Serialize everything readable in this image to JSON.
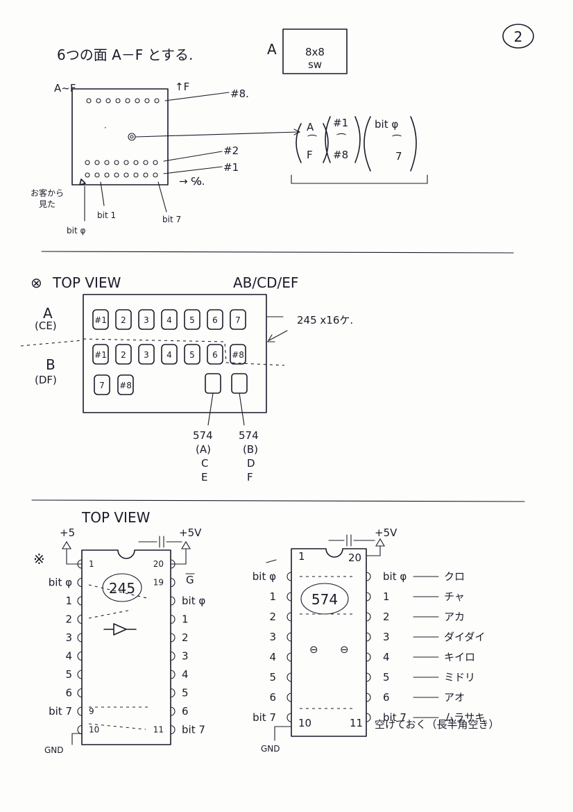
{
  "page_number": "2",
  "section1": {
    "heading": "6つの面 A－F とする.",
    "box_letter": "A",
    "box_line1": "8x8",
    "box_line2": "sw",
    "board_label": "A~F",
    "up_label": "↑F",
    "row8": "#8.",
    "row2": "#2",
    "row1": "#1",
    "arrow_label": "→ ℅.",
    "view_note_1": "お客から",
    "view_note_2": "見た",
    "bit0": "bit φ",
    "bit1": "bit 1",
    "bit7": "bit 7",
    "matrix_col1": [
      "A",
      "⁀",
      "F"
    ],
    "matrix_col2": [
      "#1",
      "⁀",
      "#8"
    ],
    "matrix_col3": [
      "bit φ",
      "⁀",
      "7"
    ]
  },
  "section2": {
    "title": "TOP VIEW",
    "marker": "⊗",
    "faces": "AB/CD/EF",
    "label_a": "A",
    "label_a_sub": "(CE)",
    "label_b": "B",
    "label_b_sub": "(DF)",
    "ic_note": "245 x16ケ.",
    "row_a_chips": [
      "#1",
      "2",
      "3",
      "4",
      "5",
      "6",
      "7"
    ],
    "row_b_chips": [
      "#1",
      "2",
      "3",
      "4",
      "5",
      "6",
      "#8"
    ],
    "row_c_chips": [
      "7",
      "#8"
    ],
    "chip_574_a": [
      "574",
      "(A)",
      "C",
      "E"
    ],
    "chip_574_b": [
      "574",
      "(B)",
      "D",
      "F"
    ]
  },
  "section3": {
    "title": "TOP VIEW",
    "star": "※",
    "left_ic": {
      "label": "245",
      "vcc_left": "+5",
      "vcc_right": "+5V",
      "gbar": "G",
      "gnd": "GND",
      "left_pins": [
        {
          "num": "1",
          "label": ""
        },
        {
          "num": "",
          "label": "bit φ"
        },
        {
          "num": "",
          "label": "1"
        },
        {
          "num": "",
          "label": "2"
        },
        {
          "num": "",
          "label": "3"
        },
        {
          "num": "",
          "label": "4"
        },
        {
          "num": "",
          "label": "5"
        },
        {
          "num": "",
          "label": "6"
        },
        {
          "num": "9",
          "label": "bit 7"
        },
        {
          "num": "10",
          "label": ""
        }
      ],
      "right_pins": [
        {
          "num": "20",
          "label": ""
        },
        {
          "num": "19",
          "label": "G"
        },
        {
          "num": "",
          "label": "bit φ"
        },
        {
          "num": "",
          "label": "1"
        },
        {
          "num": "",
          "label": "2"
        },
        {
          "num": "",
          "label": "3"
        },
        {
          "num": "",
          "label": "4"
        },
        {
          "num": "",
          "label": "5"
        },
        {
          "num": "",
          "label": "6"
        },
        {
          "num": "11",
          "label": "bit 7"
        }
      ]
    },
    "right_ic": {
      "label": "574",
      "vcc": "+5V",
      "gnd": "GND",
      "pin1": "1",
      "pin10": "10",
      "pin11": "11",
      "pin20": "20",
      "left_pins": [
        "bit φ",
        "1",
        "2",
        "3",
        "4",
        "5",
        "6",
        "bit 7"
      ],
      "outputs": [
        {
          "bit": "bit φ",
          "color": "クロ"
        },
        {
          "bit": "1",
          "color": "チャ"
        },
        {
          "bit": "2",
          "color": "アカ"
        },
        {
          "bit": "3",
          "color": "ダイダイ"
        },
        {
          "bit": "4",
          "color": "キイロ"
        },
        {
          "bit": "5",
          "color": "ミドリ"
        },
        {
          "bit": "6",
          "color": "アオ"
        },
        {
          "bit": "bit 7",
          "color": "ムラサキ"
        }
      ],
      "note": "空けておく（長半角空き）"
    }
  },
  "colors": {
    "ink": "#1a1a2a",
    "paper": "#fdfdfb"
  }
}
